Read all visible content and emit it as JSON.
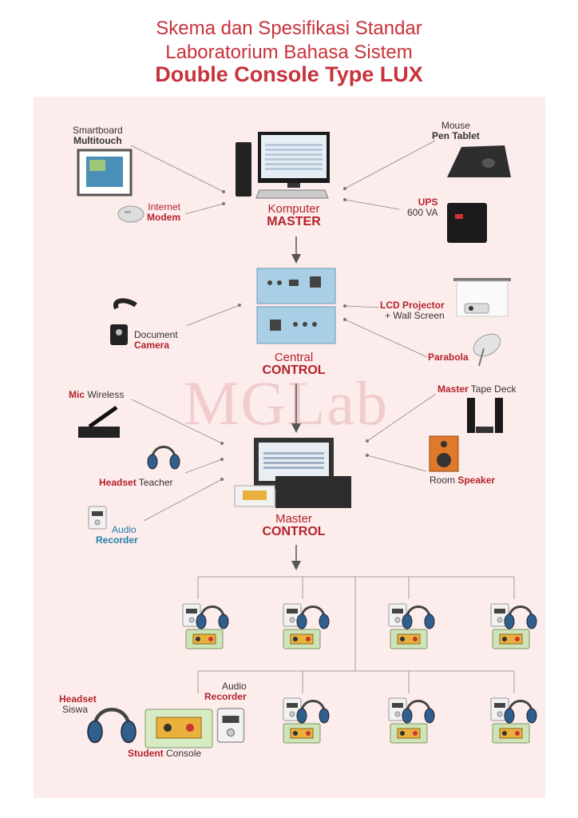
{
  "header": {
    "line1": "Skema dan Spesifikasi Standar",
    "line2": "Laboratorium Bahasa Sistem",
    "line3": "Double Console Type LUX"
  },
  "watermark": "MGLab",
  "nodes": {
    "komputer": {
      "line1": "Komputer",
      "line2": "MASTER"
    },
    "central": {
      "line1": "Central",
      "line2": "CONTROL"
    },
    "master_control": {
      "line1": "Master",
      "line2": "CONTROL"
    }
  },
  "labels": {
    "smartboard": {
      "line1": "Smartboard",
      "line2": "Multitouch"
    },
    "modem": {
      "line1": "Internet",
      "line2": "Modem"
    },
    "mouse": {
      "line1": "Mouse",
      "line2": "Pen Tablet"
    },
    "ups": {
      "line1": "UPS",
      "line2": "600 VA"
    },
    "document_camera": {
      "line1": "Document",
      "line2": "Camera"
    },
    "projector": {
      "line1": "LCD Projector",
      "line2": "+ Wall Screen"
    },
    "parabola": "Parabola",
    "mic": {
      "bold": "Mic",
      "rest": " Wireless"
    },
    "tape": {
      "bold": "Master",
      "rest": " Tape Deck"
    },
    "headset_teacher": {
      "bold": "Headset",
      "rest": " Teacher"
    },
    "room_speaker": {
      "rest": "Room ",
      "bold": "Speaker"
    },
    "audio_recorder_master": {
      "line1": "Audio",
      "line2": "Recorder"
    },
    "headset_siswa": {
      "line1": "Headset",
      "line2": "Siswa"
    },
    "audio_recorder_student": {
      "line1": "Audio",
      "line2": "Recorder"
    },
    "student_console": {
      "bold": "Student",
      "rest": " Console"
    }
  },
  "colors": {
    "title_red": "#c8323a",
    "accent_red": "#b2232b",
    "recorder_blue": "#1e7fa8",
    "panel_pink": "#fdecec"
  }
}
